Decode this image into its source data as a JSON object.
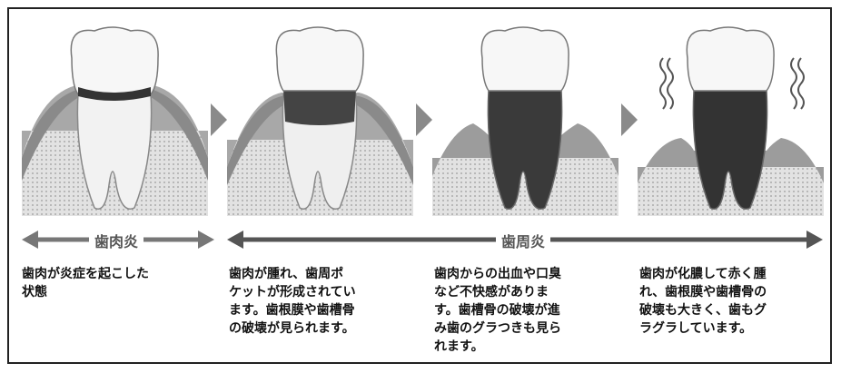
{
  "stages": [
    {
      "description": "歯肉が炎症を起こした\n状態"
    },
    {
      "description": "歯肉が腫れ、歯周ポ\nケットが形成されてい\nます。歯根膜や歯槽骨\nの破壊が見られます。"
    },
    {
      "description": "歯肉からの出血や口臭\nなど不快感がありま\nす。歯槽骨の破壊が進\nみ歯のグラつきも見ら\nれます。"
    },
    {
      "description": "歯肉が化膿して赤く腫\nれ、歯根膜や歯槽骨の\n破壊も大きく、歯もグ\nラグラしています。"
    }
  ],
  "ranges": {
    "gingivitis_label": "歯肉炎",
    "periodontitis_label": "歯周炎"
  },
  "colors": {
    "gum": "#9a9a9a",
    "bone": "#d9d9d9",
    "tooth": "#f0f0f0",
    "tartar": "#333333",
    "arrow": "#6f6f6f"
  }
}
